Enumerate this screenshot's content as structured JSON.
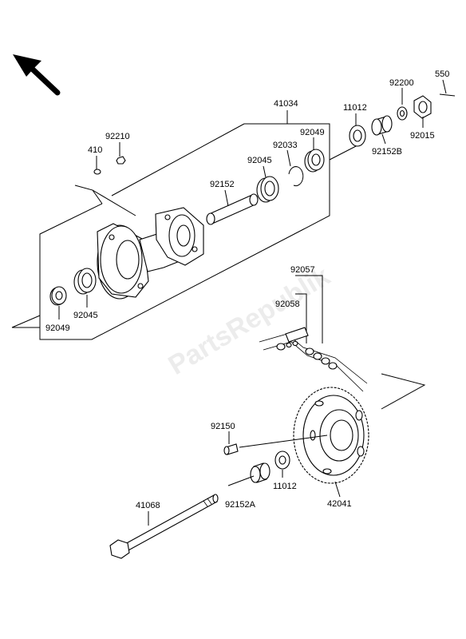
{
  "watermark": "PartsRepublik",
  "labels": {
    "p550": "550",
    "p92200": "92200",
    "p92015": "92015",
    "p92152b": "92152B",
    "p11012_top": "11012",
    "p41034": "41034",
    "p92049_top": "92049",
    "p92033": "92033",
    "p92045_top": "92045",
    "p92152": "92152",
    "p92210": "92210",
    "p410": "410",
    "p92045_bottom": "92045",
    "p92049_bottom": "92049",
    "p92057": "92057",
    "p92058": "92058",
    "p92150": "92150",
    "p11012_bottom": "11012",
    "p92152a": "92152A",
    "p42041": "42041",
    "p41068": "41068"
  },
  "icons": {
    "direction": "front-direction-arrow-icon"
  }
}
